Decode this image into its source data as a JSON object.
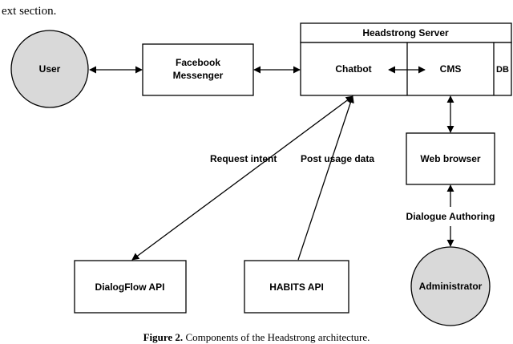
{
  "top_fragment": "ext section.",
  "nodes": {
    "user": "User",
    "facebook_line1": "Facebook",
    "facebook_line2": "Messenger",
    "server_title": "Headstrong Server",
    "chatbot": "Chatbot",
    "cms": "CMS",
    "db": "DB",
    "web_browser": "Web browser",
    "dialogflow": "DialogFlow API",
    "habits": "HABITS API",
    "administrator": "Administrator"
  },
  "edges": {
    "request_intent": "Request intent",
    "post_usage": "Post usage data",
    "dialogue_authoring": "Dialogue Authoring"
  },
  "caption": {
    "label": "Figure 2.",
    "text": " Components of the Headstrong architecture."
  }
}
